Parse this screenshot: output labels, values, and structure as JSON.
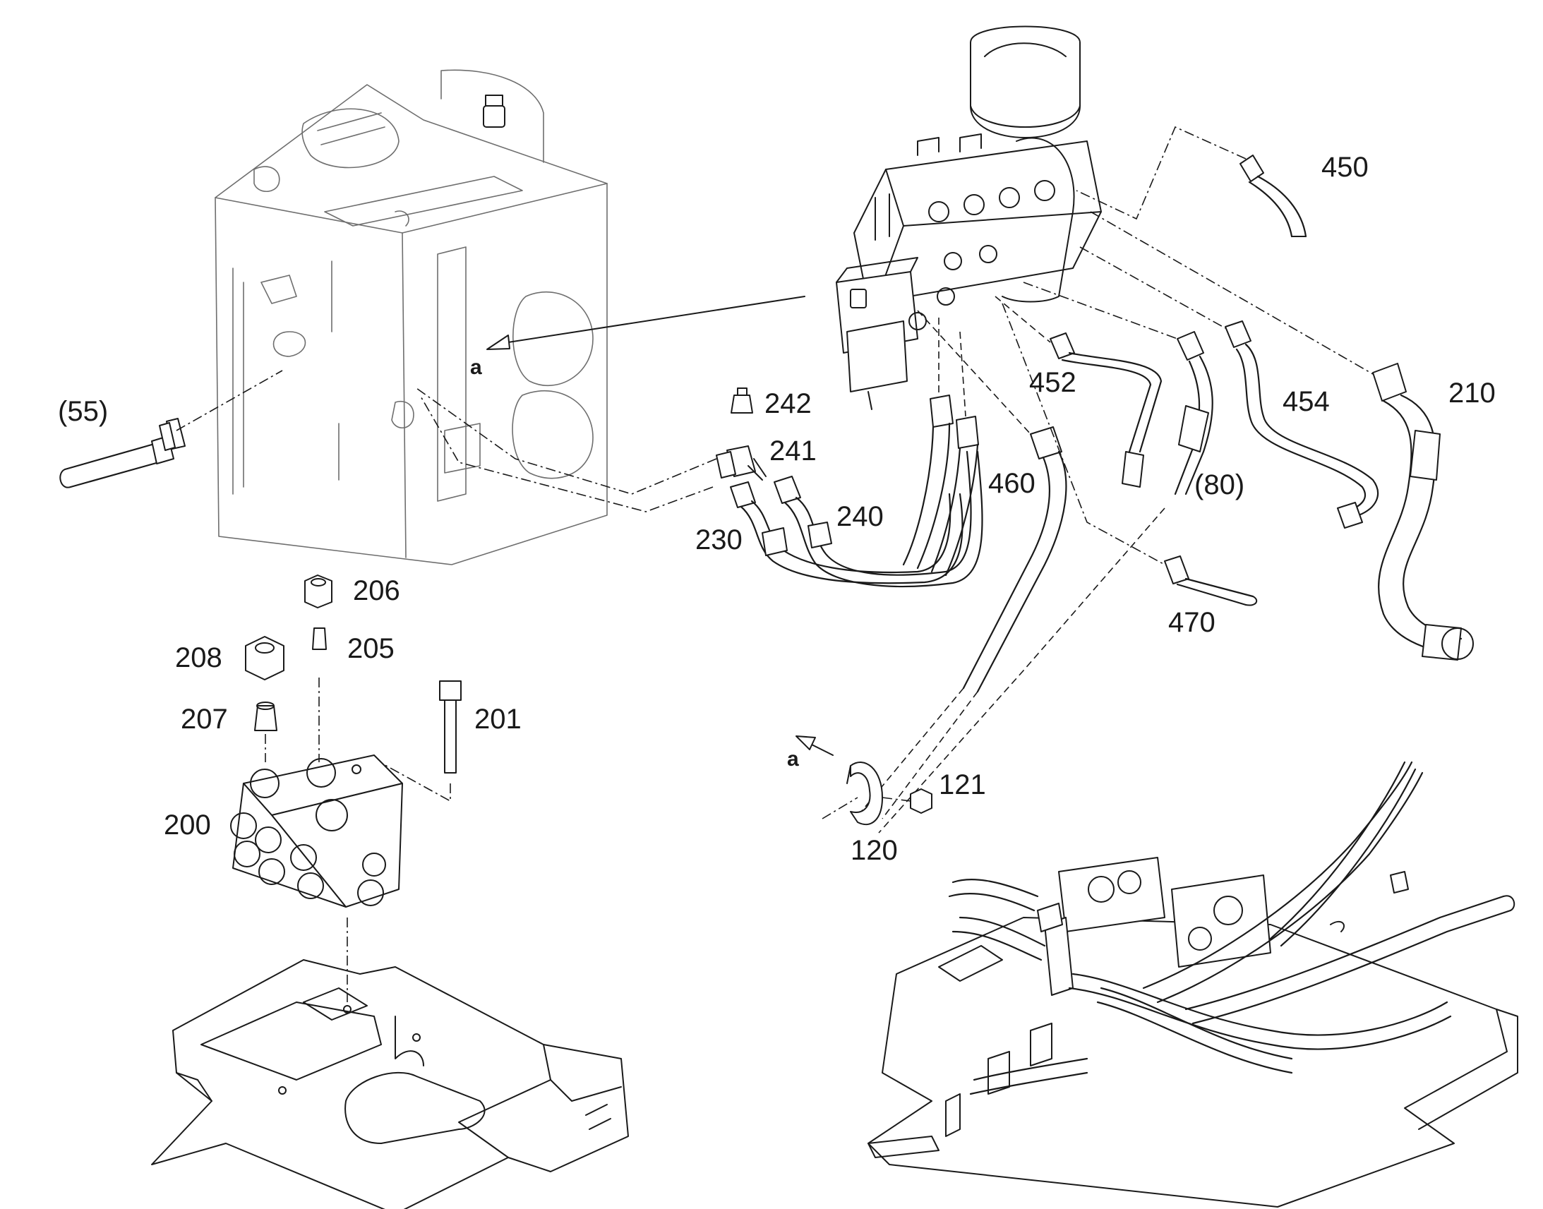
{
  "callouts": {
    "c450": "450",
    "c452": "452",
    "c454": "454",
    "c210": "210",
    "c55": "(55)",
    "c242": "242",
    "c241": "241",
    "c240": "240",
    "c230": "230",
    "c460": "460",
    "c80": "(80)",
    "c470": "470",
    "c206": "206",
    "c205": "205",
    "c208": "208",
    "c207": "207",
    "c201": "201",
    "c200": "200",
    "c121": "121",
    "c120": "120",
    "a_top": "a",
    "a_bottom": "a"
  }
}
